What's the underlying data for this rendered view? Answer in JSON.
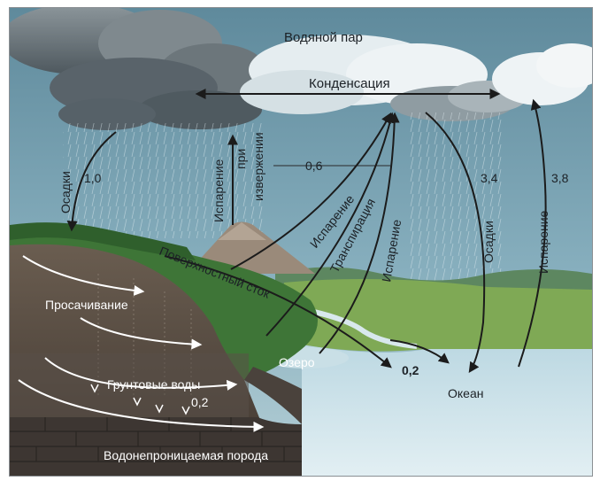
{
  "labels": {
    "water_vapor": "Водяной пар",
    "condensation": "Конденсация",
    "precipitation_left": "Осадки",
    "value_1_0": "1,0",
    "eruption_evaporation_1": "Испарение",
    "eruption_evaporation_2": "при",
    "eruption_evaporation_3": "извержении",
    "value_0_6": "0,6",
    "evaporation_land": "Испарение",
    "transpiration": "Транспирация",
    "evaporation_lake": "Испарение",
    "surface_runoff": "Поверхностный сток",
    "infiltration": "Просачивание",
    "groundwater": "Грунтовые воды",
    "value_0_2_ground": "0,2",
    "lake": "Озеро",
    "value_0_2_lake": "0,2",
    "ocean": "Океан",
    "precipitation_ocean": "Осадки",
    "value_3_4": "3,4",
    "evaporation_ocean": "Испарение",
    "value_3_8": "3,8",
    "impermeable_rock": "Водонепроницаемая порода"
  },
  "colors": {
    "sky_top": "#6e97a8",
    "sky_bottom": "#a8c6d0",
    "cloud_dark": "#5f6a70",
    "cloud_light": "#eef3f4",
    "forest": "#3f7a3a",
    "meadow": "#7fae4e",
    "soil": "#5b4f45",
    "bedrock": "#3b3430",
    "ocean": "#cfe3ea",
    "arrow_dark": "#1b1b1b",
    "arrow_light": "#ffffff"
  }
}
